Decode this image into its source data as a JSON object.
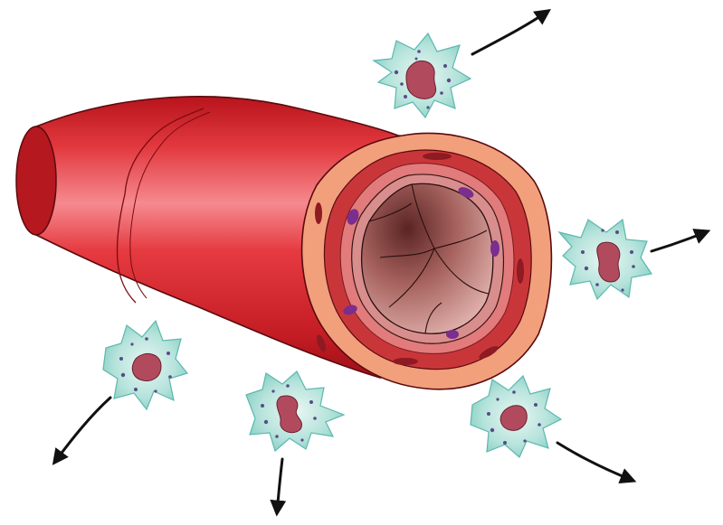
{
  "illustration": {
    "subject": "blood-vessel-with-migrating-cells",
    "colors": {
      "vessel_outer": "#d8242b",
      "vessel_highlight": "#f58a8f",
      "vessel_shadow": "#9d0f17",
      "adventitia": "#f2a07c",
      "media": "#c9363a",
      "intima": "#d98e8e",
      "lumen_dark": "#6b2d2c",
      "lumen_light": "#d9a3a0",
      "endothelial_nucleus": "#7a2e8e",
      "muscle_nucleus": "#8e1a22",
      "cell_body": "#9fd8cf",
      "cell_edge": "#5bb8ae",
      "cell_nucleus": "#b24a5e",
      "granule": "#5a4a8a",
      "arrow": "#111111"
    },
    "cells": [
      {
        "name": "cell-top"
      },
      {
        "name": "cell-right"
      },
      {
        "name": "cell-left"
      },
      {
        "name": "cell-bottom-middle"
      },
      {
        "name": "cell-bottom-right"
      }
    ]
  }
}
